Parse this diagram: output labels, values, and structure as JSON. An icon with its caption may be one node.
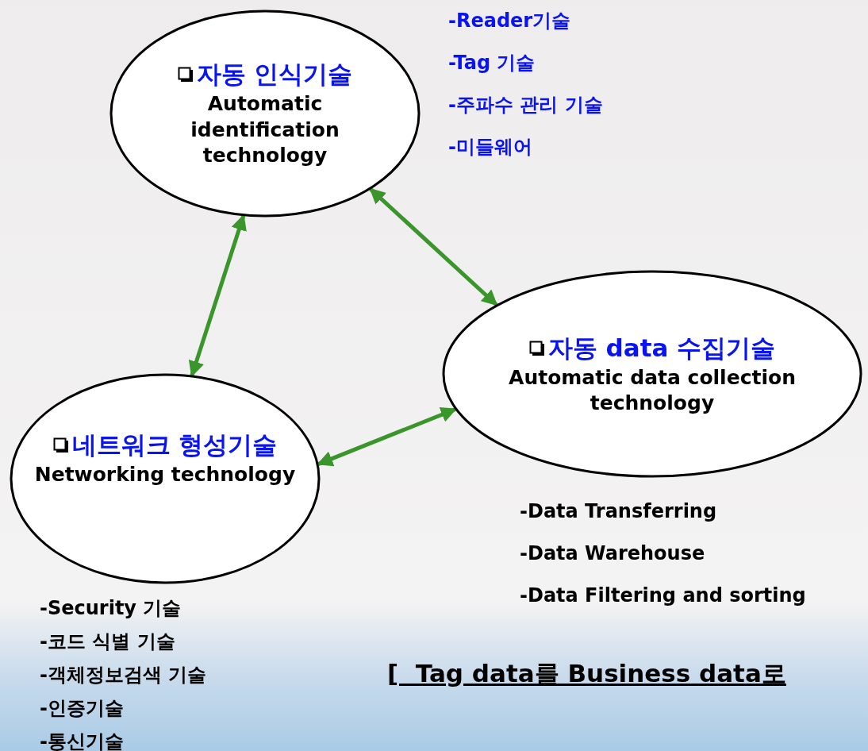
{
  "diagram": {
    "caption": "[  Tag data를 Business data로",
    "nodes": [
      {
        "text": [
          "자동 인식기술",
          "Automatic identification technology"
        ],
        "beside": [
          "-Reader기술",
          "-Tag 기술",
          "-주파수 관리 기술",
          "-미들웨어"
        ]
      },
      {
        "text": [
          "자동 data 수집기술",
          "Automatic data collection technology"
        ],
        "beside": [
          "-Data Transferring",
          "-Data Warehouse",
          "-Data Filtering and sorting"
        ]
      },
      {
        "text": [
          "네트워크 형성기술",
          "Networking technology"
        ],
        "beside": [
          "-Security 기술",
          "-코드 식별 기술",
          "-객체정보검색 기술",
          "-인증기술",
          "-통신기술"
        ]
      }
    ],
    "edges": [
      {
        "from": 0,
        "to": 2,
        "arrow": "both"
      },
      {
        "from": 0,
        "to": 1,
        "arrow": "both"
      },
      {
        "from": 1,
        "to": 2,
        "arrow": "both"
      }
    ]
  }
}
